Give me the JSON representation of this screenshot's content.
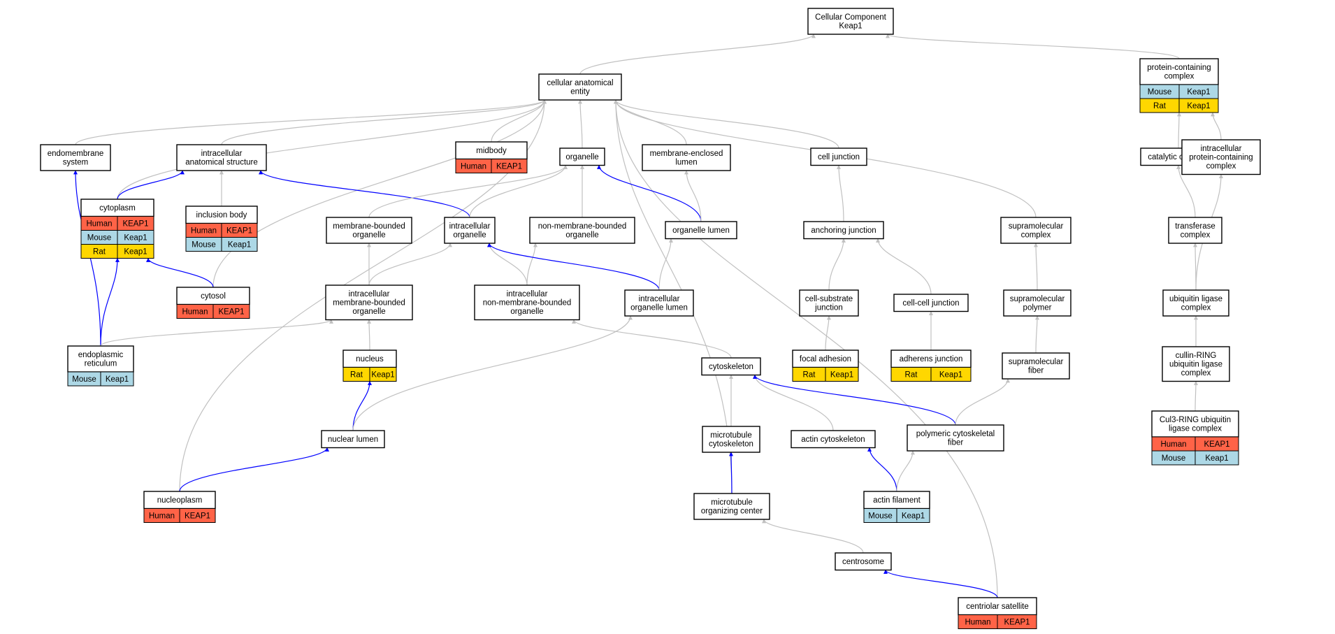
{
  "colors": {
    "Human": "#ff6347",
    "Mouse": "#add8e6",
    "Rat": "#ffd700",
    "edge_isa": "#c0c0c0",
    "edge_partof": "#0000ff",
    "border": "#000000",
    "node_fill": "#ffffff"
  },
  "nodes": [
    {
      "id": "root",
      "lines": [
        "Cellular Component",
        "Keap1"
      ]
    },
    {
      "id": "cae",
      "lines": [
        "cellular anatomical",
        "entity"
      ]
    },
    {
      "id": "pcc",
      "lines": [
        "protein-containing",
        "complex"
      ],
      "annotations": [
        {
          "species": "Mouse",
          "gene": "Keap1"
        },
        {
          "species": "Rat",
          "gene": "Keap1"
        }
      ]
    },
    {
      "id": "endomembrane",
      "lines": [
        "endomembrane",
        "system"
      ]
    },
    {
      "id": "ias",
      "lines": [
        "intracellular",
        "anatomical structure"
      ]
    },
    {
      "id": "midbody",
      "lines": [
        "midbody"
      ],
      "annotations": [
        {
          "species": "Human",
          "gene": "KEAP1"
        }
      ]
    },
    {
      "id": "organelle",
      "lines": [
        "organelle"
      ]
    },
    {
      "id": "mel",
      "lines": [
        "membrane-enclosed",
        "lumen"
      ]
    },
    {
      "id": "celljunction",
      "lines": [
        "cell junction"
      ]
    },
    {
      "id": "catalytic",
      "lines": [
        "catalytic complex"
      ]
    },
    {
      "id": "ipcc",
      "lines": [
        "intracellular",
        "protein-containing",
        "complex"
      ]
    },
    {
      "id": "cytoplasm",
      "lines": [
        "cytoplasm"
      ],
      "annotations": [
        {
          "species": "Human",
          "gene": "KEAP1"
        },
        {
          "species": "Mouse",
          "gene": "Keap1"
        },
        {
          "species": "Rat",
          "gene": "Keap1"
        }
      ]
    },
    {
      "id": "inclusion",
      "lines": [
        "inclusion body"
      ],
      "annotations": [
        {
          "species": "Human",
          "gene": "KEAP1"
        },
        {
          "species": "Mouse",
          "gene": "Keap1"
        }
      ]
    },
    {
      "id": "mbo",
      "lines": [
        "membrane-bounded",
        "organelle"
      ]
    },
    {
      "id": "io",
      "lines": [
        "intracellular",
        "organelle"
      ]
    },
    {
      "id": "nmbo",
      "lines": [
        "non-membrane-bounded",
        "organelle"
      ]
    },
    {
      "id": "olumen",
      "lines": [
        "organelle lumen"
      ]
    },
    {
      "id": "anchoring",
      "lines": [
        "anchoring junction"
      ]
    },
    {
      "id": "supramolcomplex",
      "lines": [
        "supramolecular",
        "complex"
      ]
    },
    {
      "id": "transferase",
      "lines": [
        "transferase",
        "complex"
      ]
    },
    {
      "id": "cytosol",
      "lines": [
        "cytosol"
      ],
      "annotations": [
        {
          "species": "Human",
          "gene": "KEAP1"
        }
      ]
    },
    {
      "id": "imbo",
      "lines": [
        "intracellular",
        "membrane-bounded",
        "organelle"
      ]
    },
    {
      "id": "inmbo",
      "lines": [
        "intracellular",
        "non-membrane-bounded",
        "organelle"
      ]
    },
    {
      "id": "iol",
      "lines": [
        "intracellular",
        "organelle lumen"
      ]
    },
    {
      "id": "csj",
      "lines": [
        "cell-substrate",
        "junction"
      ]
    },
    {
      "id": "ccj",
      "lines": [
        "cell-cell junction"
      ]
    },
    {
      "id": "supramolpolymer",
      "lines": [
        "supramolecular",
        "polymer"
      ]
    },
    {
      "id": "ubiquitin",
      "lines": [
        "ubiquitin ligase",
        "complex"
      ]
    },
    {
      "id": "er",
      "lines": [
        "endoplasmic",
        "reticulum"
      ],
      "annotations": [
        {
          "species": "Mouse",
          "gene": "Keap1"
        }
      ]
    },
    {
      "id": "nucleus",
      "lines": [
        "nucleus"
      ],
      "annotations": [
        {
          "species": "Rat",
          "gene": "Keap1"
        }
      ]
    },
    {
      "id": "cytoskeleton",
      "lines": [
        "cytoskeleton"
      ]
    },
    {
      "id": "focal",
      "lines": [
        "focal adhesion"
      ],
      "annotations": [
        {
          "species": "Rat",
          "gene": "Keap1"
        }
      ]
    },
    {
      "id": "adherens",
      "lines": [
        "adherens junction"
      ],
      "annotations": [
        {
          "species": "Rat",
          "gene": "Keap1"
        }
      ]
    },
    {
      "id": "supramolfiber",
      "lines": [
        "supramolecular",
        "fiber"
      ]
    },
    {
      "id": "cullin",
      "lines": [
        "cullin-RING",
        "ubiquitin ligase",
        "complex"
      ]
    },
    {
      "id": "nlumen",
      "lines": [
        "nuclear lumen"
      ]
    },
    {
      "id": "mtcyto",
      "lines": [
        "microtubule",
        "cytoskeleton"
      ]
    },
    {
      "id": "actincyto",
      "lines": [
        "actin cytoskeleton"
      ]
    },
    {
      "id": "pcf",
      "lines": [
        "polymeric cytoskeletal",
        "fiber"
      ]
    },
    {
      "id": "cul3",
      "lines": [
        "Cul3-RING ubiquitin",
        "ligase complex"
      ],
      "annotations": [
        {
          "species": "Human",
          "gene": "KEAP1"
        },
        {
          "species": "Mouse",
          "gene": "Keap1"
        }
      ]
    },
    {
      "id": "nucleoplasm",
      "lines": [
        "nucleoplasm"
      ],
      "annotations": [
        {
          "species": "Human",
          "gene": "KEAP1"
        }
      ]
    },
    {
      "id": "mtoc",
      "lines": [
        "microtubule",
        "organizing center"
      ]
    },
    {
      "id": "actinfil",
      "lines": [
        "actin filament"
      ],
      "annotations": [
        {
          "species": "Mouse",
          "gene": "Keap1"
        }
      ]
    },
    {
      "id": "centrosome",
      "lines": [
        "centrosome"
      ]
    },
    {
      "id": "centriolar",
      "lines": [
        "centriolar satellite"
      ],
      "annotations": [
        {
          "species": "Human",
          "gene": "KEAP1"
        }
      ]
    }
  ],
  "edges": [
    {
      "from": "cae",
      "to": "root",
      "type": "is_a"
    },
    {
      "from": "pcc",
      "to": "root",
      "type": "is_a"
    },
    {
      "from": "endomembrane",
      "to": "cae",
      "type": "is_a"
    },
    {
      "from": "ias",
      "to": "cae",
      "type": "is_a"
    },
    {
      "from": "midbody",
      "to": "cae",
      "type": "is_a"
    },
    {
      "from": "organelle",
      "to": "cae",
      "type": "is_a"
    },
    {
      "from": "mel",
      "to": "cae",
      "type": "is_a"
    },
    {
      "from": "celljunction",
      "to": "cae",
      "type": "is_a"
    },
    {
      "from": "cytoplasm",
      "to": "cae",
      "type": "is_a"
    },
    {
      "from": "cytosol",
      "to": "cae",
      "type": "is_a"
    },
    {
      "from": "nucleoplasm",
      "to": "cae",
      "type": "is_a"
    },
    {
      "from": "mtoc",
      "to": "cae",
      "type": "is_a"
    },
    {
      "from": "centriolar",
      "to": "cae",
      "type": "is_a"
    },
    {
      "from": "supramolcomplex",
      "to": "cae",
      "type": "is_a"
    },
    {
      "from": "catalytic",
      "to": "pcc",
      "type": "is_a"
    },
    {
      "from": "ipcc",
      "to": "pcc",
      "type": "is_a"
    },
    {
      "from": "cytoplasm",
      "to": "ias",
      "type": "part_of"
    },
    {
      "from": "inclusion",
      "to": "ias",
      "type": "is_a"
    },
    {
      "from": "io",
      "to": "ias",
      "type": "part_of"
    },
    {
      "from": "mbo",
      "to": "organelle",
      "type": "is_a"
    },
    {
      "from": "io",
      "to": "organelle",
      "type": "is_a"
    },
    {
      "from": "nmbo",
      "to": "organelle",
      "type": "is_a"
    },
    {
      "from": "olumen",
      "to": "organelle",
      "type": "part_of"
    },
    {
      "from": "olumen",
      "to": "mel",
      "type": "is_a"
    },
    {
      "from": "anchoring",
      "to": "celljunction",
      "type": "is_a"
    },
    {
      "from": "transferase",
      "to": "catalytic",
      "type": "is_a"
    },
    {
      "from": "cytosol",
      "to": "cytoplasm",
      "type": "part_of"
    },
    {
      "from": "er",
      "to": "cytoplasm",
      "type": "part_of"
    },
    {
      "from": "er",
      "to": "endomembrane",
      "type": "part_of"
    },
    {
      "from": "imbo",
      "to": "mbo",
      "type": "is_a"
    },
    {
      "from": "imbo",
      "to": "io",
      "type": "is_a"
    },
    {
      "from": "inmbo",
      "to": "io",
      "type": "is_a"
    },
    {
      "from": "inmbo",
      "to": "nmbo",
      "type": "is_a"
    },
    {
      "from": "iol",
      "to": "io",
      "type": "part_of"
    },
    {
      "from": "iol",
      "to": "olumen",
      "type": "is_a"
    },
    {
      "from": "csj",
      "to": "anchoring",
      "type": "is_a"
    },
    {
      "from": "ccj",
      "to": "anchoring",
      "type": "is_a"
    },
    {
      "from": "supramolpolymer",
      "to": "supramolcomplex",
      "type": "is_a"
    },
    {
      "from": "ubiquitin",
      "to": "transferase",
      "type": "is_a"
    },
    {
      "from": "ubiquitin",
      "to": "ipcc",
      "type": "is_a"
    },
    {
      "from": "er",
      "to": "imbo",
      "type": "is_a"
    },
    {
      "from": "nucleus",
      "to": "imbo",
      "type": "is_a"
    },
    {
      "from": "cytoskeleton",
      "to": "inmbo",
      "type": "is_a"
    },
    {
      "from": "focal",
      "to": "csj",
      "type": "is_a"
    },
    {
      "from": "adherens",
      "to": "ccj",
      "type": "is_a"
    },
    {
      "from": "supramolfiber",
      "to": "supramolpolymer",
      "type": "is_a"
    },
    {
      "from": "cullin",
      "to": "ubiquitin",
      "type": "is_a"
    },
    {
      "from": "nlumen",
      "to": "nucleus",
      "type": "part_of"
    },
    {
      "from": "nlumen",
      "to": "iol",
      "type": "is_a"
    },
    {
      "from": "mtcyto",
      "to": "cytoskeleton",
      "type": "is_a"
    },
    {
      "from": "actincyto",
      "to": "cytoskeleton",
      "type": "is_a"
    },
    {
      "from": "pcf",
      "to": "cytoskeleton",
      "type": "part_of"
    },
    {
      "from": "pcf",
      "to": "supramolfiber",
      "type": "is_a"
    },
    {
      "from": "cul3",
      "to": "cullin",
      "type": "is_a"
    },
    {
      "from": "nucleoplasm",
      "to": "nlumen",
      "type": "part_of"
    },
    {
      "from": "mtoc",
      "to": "mtcyto",
      "type": "part_of"
    },
    {
      "from": "actinfil",
      "to": "actincyto",
      "type": "part_of"
    },
    {
      "from": "actinfil",
      "to": "pcf",
      "type": "is_a"
    },
    {
      "from": "centrosome",
      "to": "mtoc",
      "type": "is_a"
    },
    {
      "from": "centriolar",
      "to": "centrosome",
      "type": "part_of"
    }
  ]
}
